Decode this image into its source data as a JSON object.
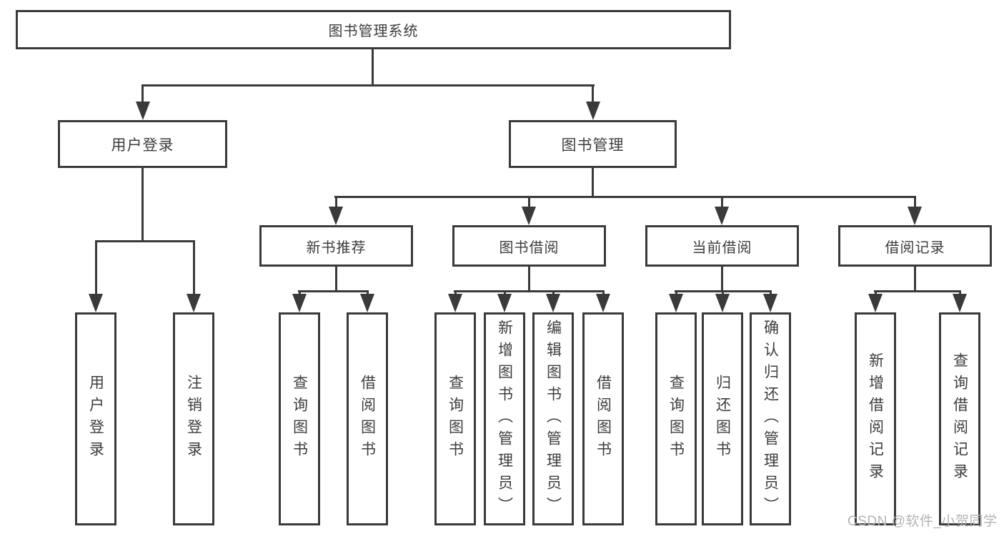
{
  "diagram": {
    "root": {
      "label": "图书管理系统"
    },
    "level2": [
      {
        "label": "用户登录"
      },
      {
        "label": "图书管理"
      }
    ],
    "level3": [
      {
        "label": "新书推荐"
      },
      {
        "label": "图书借阅"
      },
      {
        "label": "当前借阅"
      },
      {
        "label": "借阅记录"
      }
    ],
    "leaves": {
      "user_login": [
        "用户登录",
        "注销登录"
      ],
      "new_book_rec": [
        "查询图书",
        "借阅图书"
      ],
      "book_borrow": [
        "查询图书",
        "新增图书（管理员）",
        "编辑图书（管理员）",
        "借阅图书"
      ],
      "current_borrow": [
        "查询图书",
        "归还图书",
        "确认归还（管理员）"
      ],
      "borrow_record": [
        "新增借阅记录",
        "查询借阅记录"
      ]
    },
    "watermark": "CSDN @软件_小贺同学",
    "colors": {
      "line": "#3a3a3a",
      "text": "#3d3d3d",
      "watermark": "#b3b3b3",
      "background": "#ffffff"
    }
  }
}
